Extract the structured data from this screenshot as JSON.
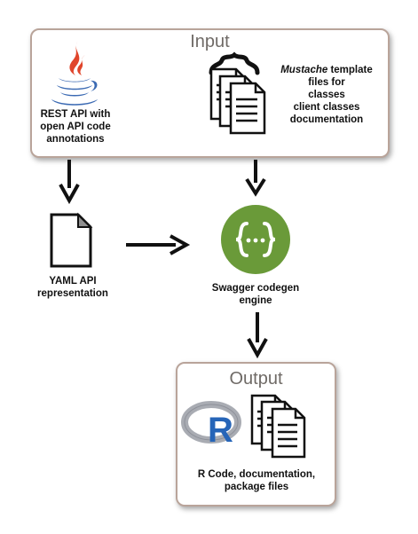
{
  "input": {
    "title": "Input",
    "rest_api_label": [
      "REST API with",
      "open API code",
      "annotations"
    ],
    "templates_label": {
      "first_line_italic": "Mustache",
      "first_line_rest": " template",
      "lines": [
        "files for",
        "classes",
        "client classes",
        "documentation"
      ]
    }
  },
  "yaml": {
    "label": [
      "YAML API",
      "representation"
    ]
  },
  "engine": {
    "symbol": "{···}",
    "label": [
      "Swagger codegen",
      "engine"
    ]
  },
  "output": {
    "title": "Output",
    "r_logo_letter": "R",
    "label": [
      "R Code, documentation,",
      "package files"
    ]
  },
  "colors": {
    "box_border": "#b9a49a",
    "java_red": "#e0452b",
    "java_blue": "#3b6ab3",
    "swagger_green": "#6a9a39",
    "r_blue": "#2665b8",
    "r_gray": "#a9acb3"
  }
}
